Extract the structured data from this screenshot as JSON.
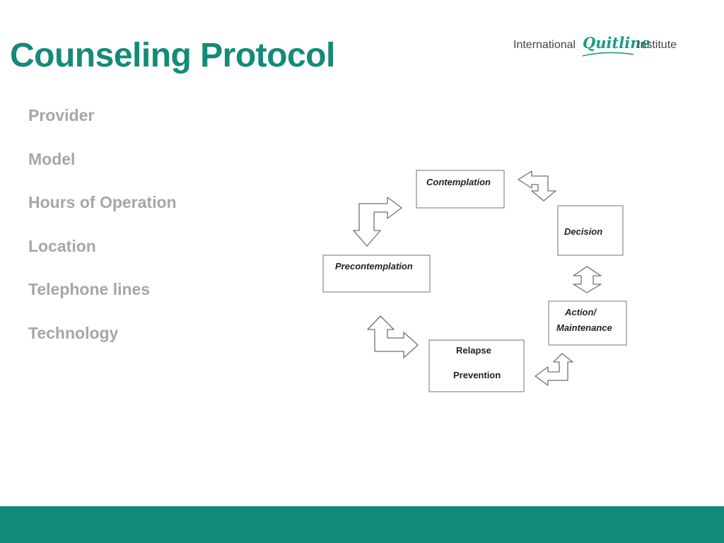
{
  "header": {
    "title": "Counseling Protocol",
    "logo": {
      "left": "International",
      "mark": "Quitline",
      "right": "Institute"
    }
  },
  "topics": [
    "Provider",
    "Model",
    "Hours of Operation",
    "Location",
    "Telephone lines",
    "Technology"
  ],
  "diagram": {
    "stages": {
      "contemplation": "Contemplation",
      "decision": "Decision",
      "action_line1": "Action/",
      "action_line2": "Maintenance",
      "relapse_line1": "Relapse",
      "relapse_line2": "Prevention",
      "precontemplation": "Precontemplation"
    }
  },
  "colors": {
    "title": "#148a78",
    "topic_text": "#a6a6a6",
    "footer_bar": "#118a78",
    "logo_mark": "#1a9a86"
  }
}
